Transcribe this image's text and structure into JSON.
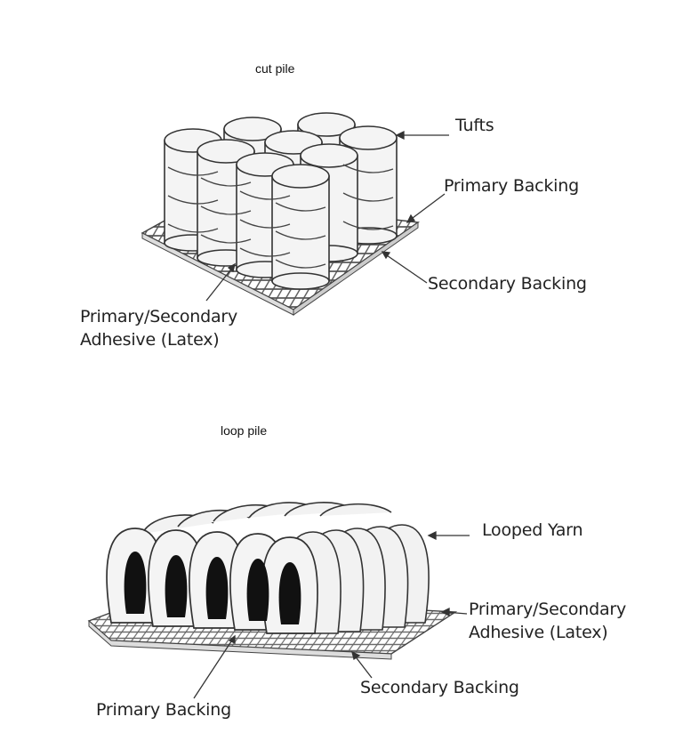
{
  "cut_pile": {
    "title": "cut pile",
    "labels": {
      "tufts": "Tufts",
      "primary_backing": "Primary Backing",
      "secondary_backing": "Secondary Backing",
      "adhesive_line1": "Primary/Secondary",
      "adhesive_line2": "Adhesive (Latex)"
    }
  },
  "loop_pile": {
    "title": "loop pile",
    "labels": {
      "looped_yarn": "Looped Yarn",
      "adhesive_line1": "Primary/Secondary",
      "adhesive_line2": "Adhesive (Latex)",
      "secondary_backing": "Secondary Backing",
      "primary_backing": "Primary Backing"
    }
  }
}
